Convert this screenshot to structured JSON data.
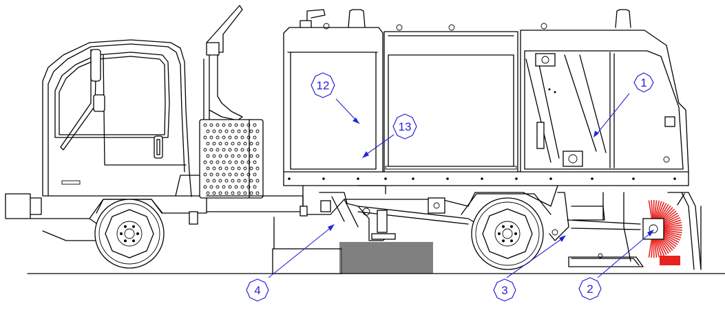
{
  "callouts": [
    {
      "id": "1",
      "label": "1"
    },
    {
      "id": "2",
      "label": "2"
    },
    {
      "id": "3",
      "label": "3"
    },
    {
      "id": "4",
      "label": "4"
    },
    {
      "id": "12",
      "label": "12"
    },
    {
      "id": "13",
      "label": "13"
    }
  ],
  "colors": {
    "line": "#000000",
    "callout": "#2323d8",
    "side_broom": "#e8231f",
    "accent_magenta": "#c2188f",
    "background": "#ffffff"
  }
}
